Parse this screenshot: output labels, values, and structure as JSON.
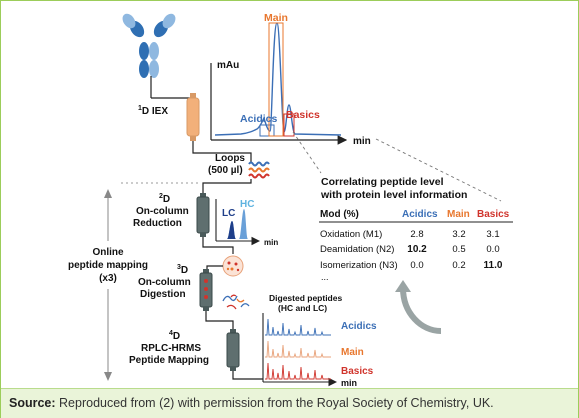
{
  "figure": {
    "first_dimension": {
      "label_sup": "1",
      "label": "D IEX",
      "y_axis": "mAu",
      "x_axis": "min",
      "peaks": [
        "Main",
        "Acidics",
        "Basics"
      ]
    },
    "loops": {
      "line1": "Loops",
      "line2": "(500 µl)"
    },
    "second_dimension": {
      "sup": "2",
      "line1": "D",
      "line2": "On-column",
      "line3": "Reduction",
      "lc": "LC",
      "hc": "HC",
      "x_axis": "min"
    },
    "third_dimension": {
      "sup": "3",
      "line1": "D",
      "line2": "On-column",
      "line3": "Digestion",
      "digested1": "Digested peptides",
      "digested2": "(HC and LC)"
    },
    "fourth_dimension": {
      "sup": "4",
      "line1": "D",
      "line2": "RPLC-HRMS",
      "line3": "Peptide Mapping",
      "traces": [
        "Acidics",
        "Main",
        "Basics"
      ],
      "x_axis": "min"
    },
    "online": {
      "line1": "Online",
      "line2": "peptide mapping",
      "line3": "(x3)"
    },
    "correlation": {
      "title1": "Correlating peptide level",
      "title2": "with protein level information",
      "headers": [
        "Mod (%)",
        "Acidics",
        "Main",
        "Basics"
      ],
      "rows": [
        [
          "Oxidation (M1)",
          "2.8",
          "3.2",
          "3.1"
        ],
        [
          "Deamidation (N2)",
          "10.2",
          "0.5",
          "0.0"
        ],
        [
          "Isomerization (N3)",
          "0.0",
          "0.2",
          "11.0"
        ]
      ],
      "ellipsis": "..."
    },
    "colors": {
      "acidics": "#3b6fb6",
      "main": "#e8772e",
      "basics": "#d0342c",
      "column": "#4a5a5a",
      "orange_col": "#f2b07a"
    }
  },
  "source": {
    "label": "Source:",
    "text": " Reproduced from (2) with permission from the Royal Society of Chemistry, UK."
  }
}
